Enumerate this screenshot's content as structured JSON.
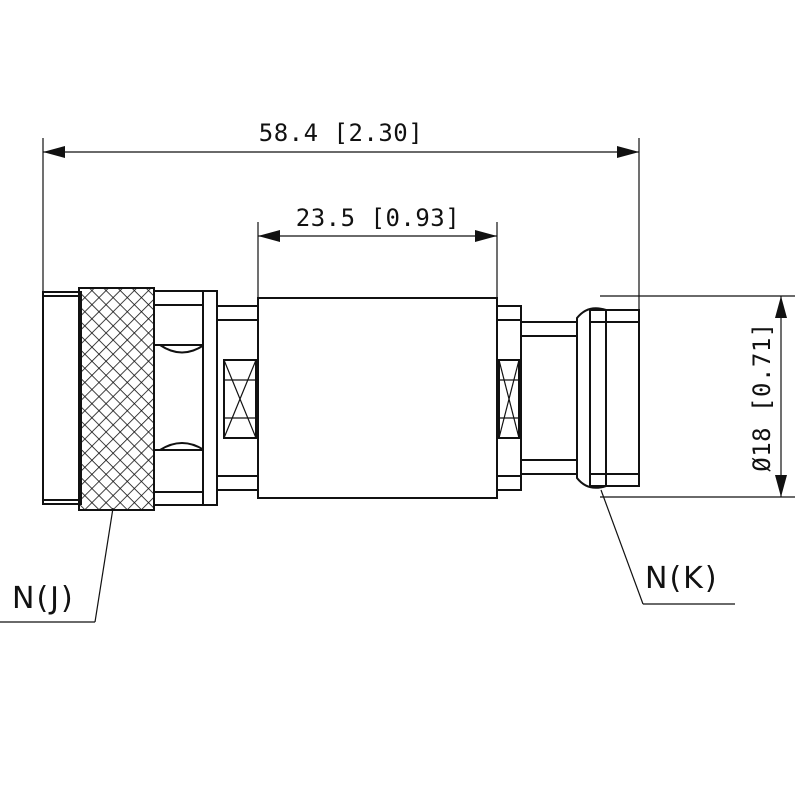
{
  "dimensions": {
    "overall_length": "58.4 [2.30]",
    "body_length": "23.5 [0.93]",
    "diameter": "Ø18 [0.71]"
  },
  "labels": {
    "male_end": "N(J)",
    "female_end": "N(K)"
  }
}
